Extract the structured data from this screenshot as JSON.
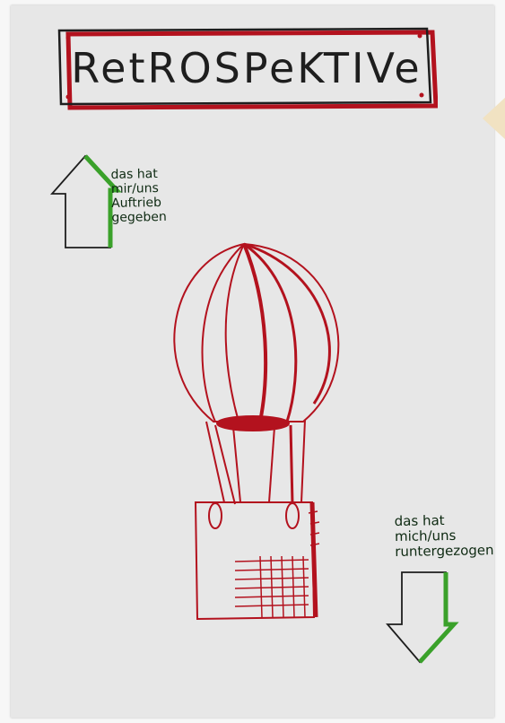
{
  "title": "RetROSPeKTIVe",
  "up_arrow": {
    "lines": [
      "das hat",
      "mir/uns",
      "Auftrieb",
      "gegeben"
    ]
  },
  "down_arrow": {
    "lines": [
      "das hat",
      "mich/uns",
      "runtergezogen"
    ]
  },
  "colors": {
    "paper": "#e7e7e7",
    "ink": "#1e1e1e",
    "green": "#3aa12a",
    "red": "#b3121e"
  },
  "icons": [
    "arrow-up-icon",
    "arrow-down-icon",
    "hot-air-balloon-icon"
  ]
}
